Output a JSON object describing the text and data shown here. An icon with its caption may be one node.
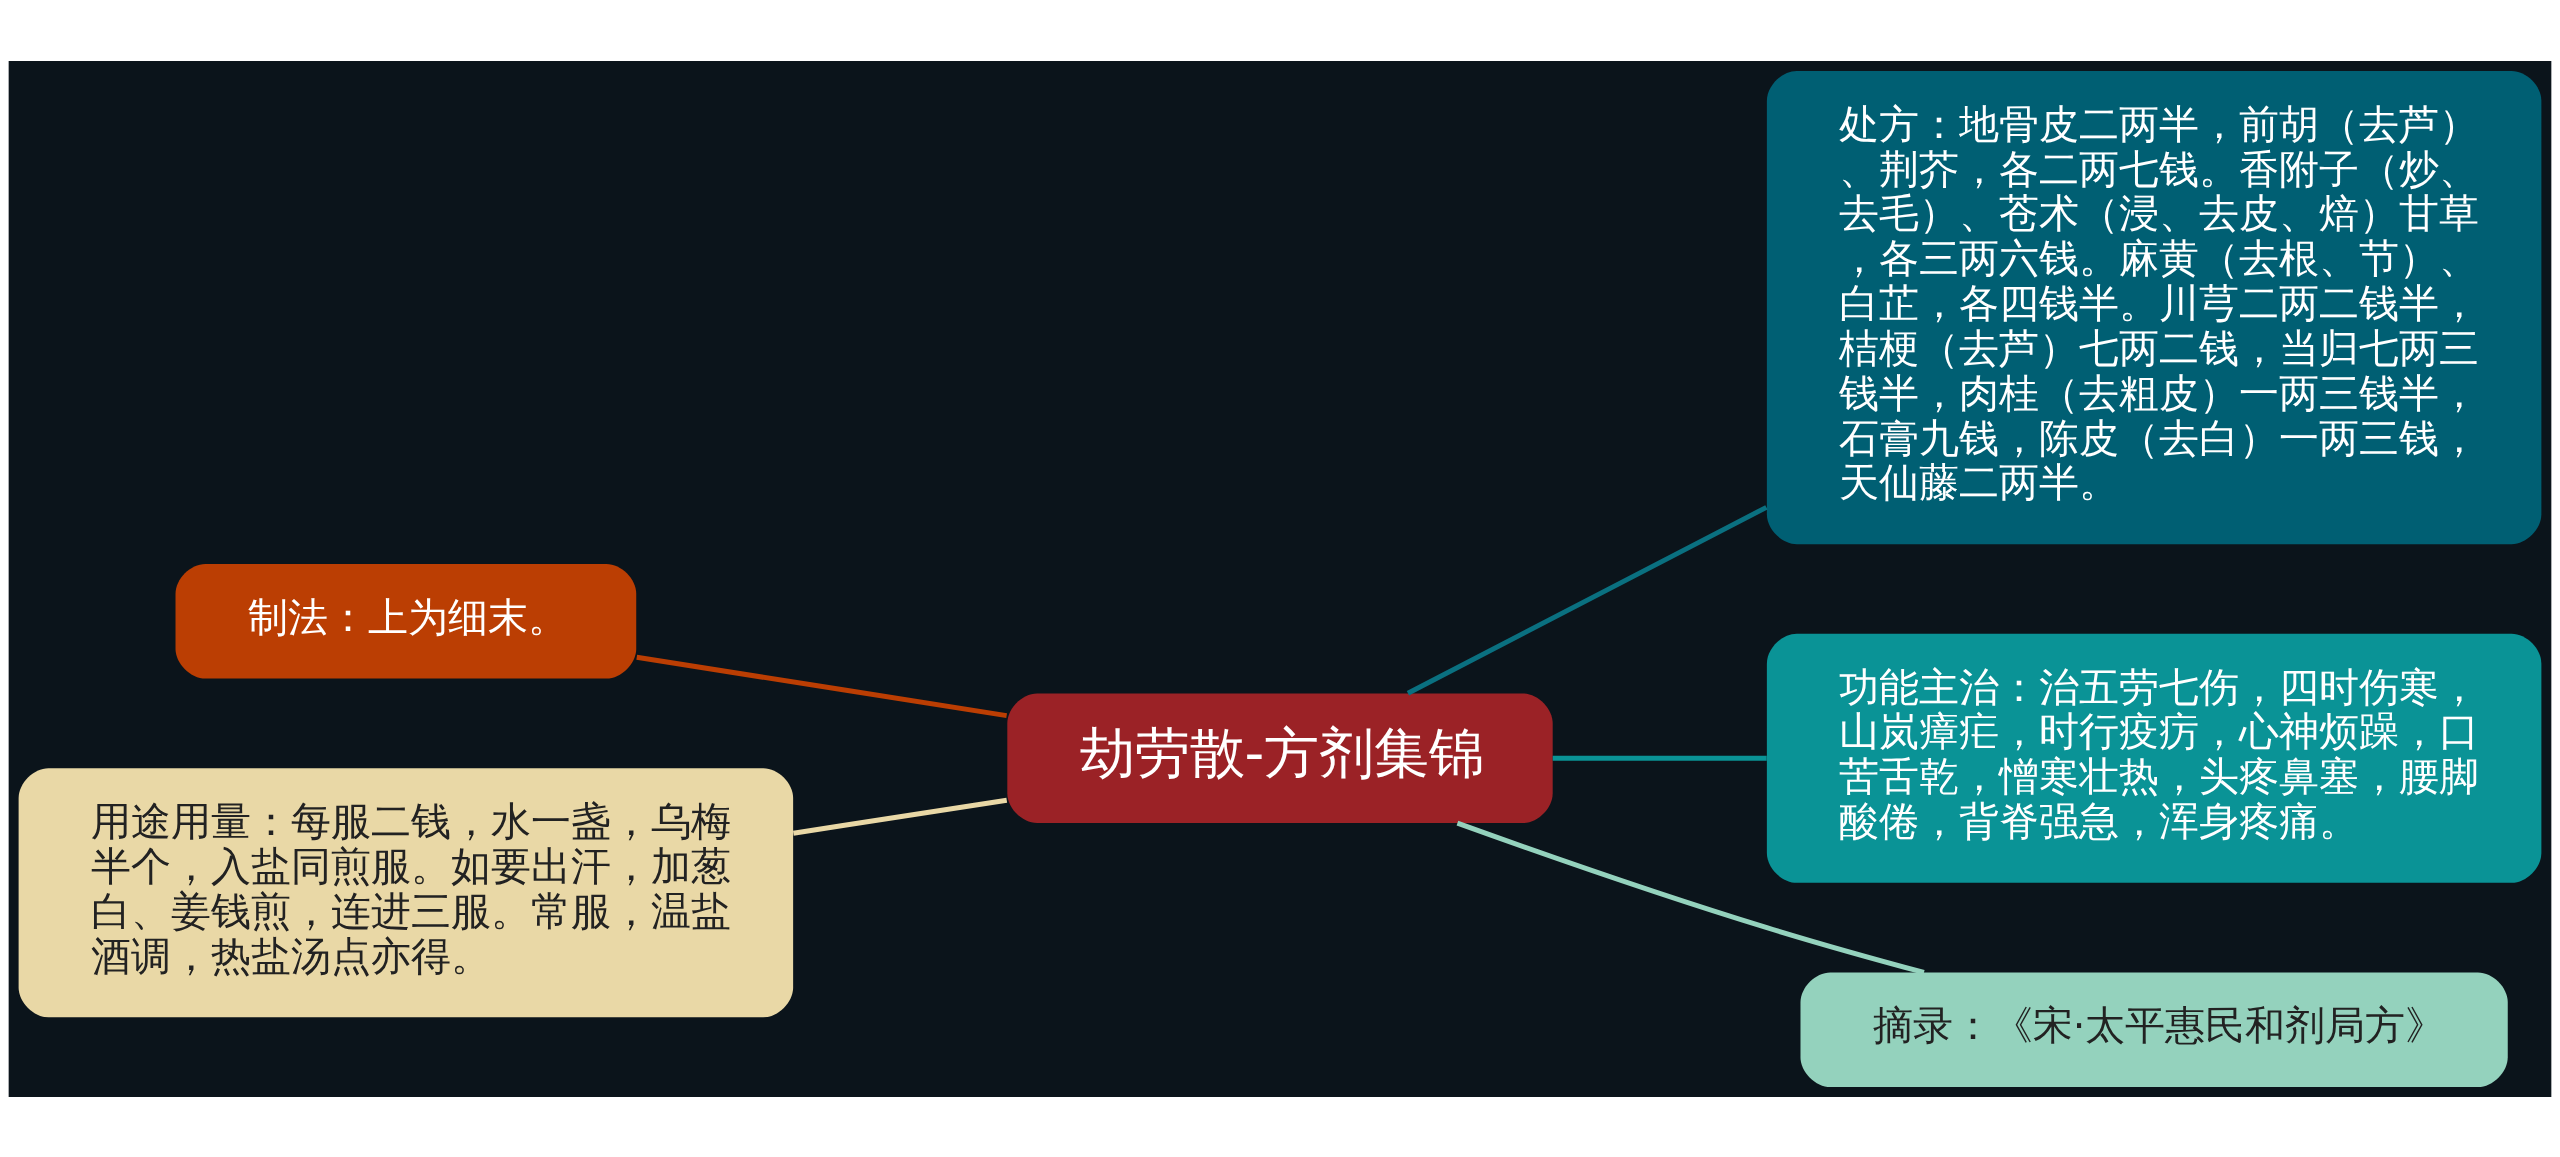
{
  "diagram": {
    "nodes": [
      {
        "text": [
          "劫劳散-方剂集锦"
        ]
      },
      {
        "text": [
          "制法：上为细末。"
        ]
      },
      {
        "text": [
          "用途用量：每服二钱，水一盏，乌梅半个，入盐同煎服。如要出汗，加葱白、姜钱煎，连进三服。常服，温盐酒调，热盐汤点亦得。"
        ]
      },
      {
        "text": [
          "处方：地骨皮二两半，前胡（去芦）、荆芥，各二两七钱。香附子（炒、去毛）、苍术（浸、去皮、焙）甘草，各三两六钱。麻黄（去根、节）、白芷，各四钱半。川芎二两二钱半，桔梗（去芦）七两二钱，当归七两三钱半，肉桂（去粗皮）一两三钱半，石膏九钱，陈皮（去白）一两三钱，天仙藤二两半。"
        ]
      },
      {
        "text": [
          "功能主治：治五劳七伤，四时伤寒，山岚瘴疟，时行疫疠，心神烦躁，口苦舌乾，憎寒壮热，头疼鼻塞，腰脚酸倦，背脊强急，浑身疼痛。"
        ]
      },
      {
        "text": [
          "摘录：《宋·太平惠民和剂局方》"
        ]
      }
    ],
    "edges": [
      {
        "from": 0,
        "to": 1,
        "arrow": "none",
        "color": "#bb3e03"
      },
      {
        "from": 0,
        "to": 2,
        "arrow": "none",
        "color": "#e9d8a6"
      },
      {
        "from": 0,
        "to": 3,
        "arrow": "none",
        "color": "#0a7080"
      },
      {
        "from": 0,
        "to": 4,
        "arrow": "none",
        "color": "#0a9396"
      },
      {
        "from": 0,
        "to": 5,
        "arrow": "none",
        "color": "#94d2bd"
      }
    ]
  }
}
